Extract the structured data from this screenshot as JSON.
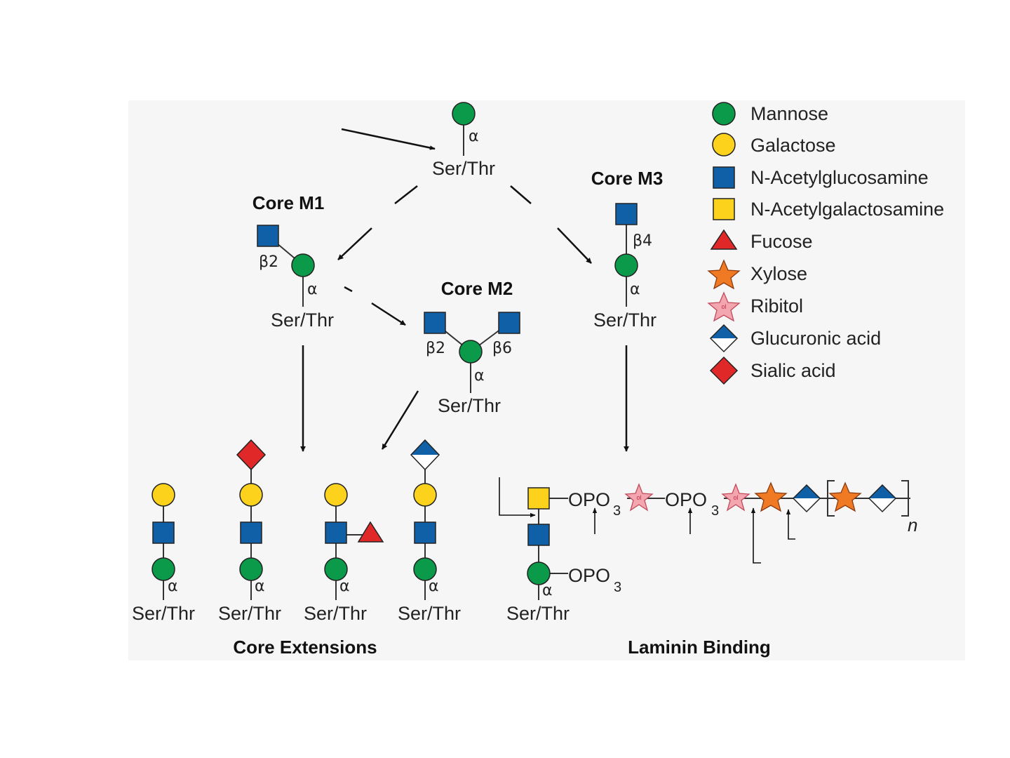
{
  "colors": {
    "mannose": "#0a9a4a",
    "galactose": "#fcd21c",
    "glcnac": "#1060a8",
    "galnac": "#fcd21c",
    "fucose": "#e02828",
    "xylose": "#f07a24",
    "ribitol": "#f4a6b0",
    "glucuronic": "#1060a8",
    "sialic": "#e02828"
  },
  "labels": {
    "ser_thr": "Ser/Thr",
    "alpha": "α",
    "beta2": "β2",
    "beta4": "β4",
    "beta6": "β6",
    "opo": "OPO",
    "sub3": "3",
    "ol": "ol",
    "n": "n"
  },
  "titles": {
    "core_m1": "Core M1",
    "core_m2": "Core M2",
    "core_m3": "Core M3",
    "core_extensions": "Core Extensions",
    "laminin_binding": "Laminin Binding"
  },
  "legend": [
    {
      "icon": "mannose-circle-icon",
      "label": "Mannose"
    },
    {
      "icon": "galactose-circle-icon",
      "label": "Galactose"
    },
    {
      "icon": "glcnac-square-icon",
      "label": "N-Acetylglucosamine"
    },
    {
      "icon": "galnac-square-icon",
      "label": "N-Acetylgalactosamine"
    },
    {
      "icon": "fucose-triangle-icon",
      "label": "Fucose"
    },
    {
      "icon": "xylose-star-icon",
      "label": "Xylose"
    },
    {
      "icon": "ribitol-star-icon",
      "label": "Ribitol"
    },
    {
      "icon": "glucuronic-diamond-icon",
      "label": "Glucuronic acid"
    },
    {
      "icon": "sialic-diamond-icon",
      "label": "Sialic acid"
    }
  ]
}
